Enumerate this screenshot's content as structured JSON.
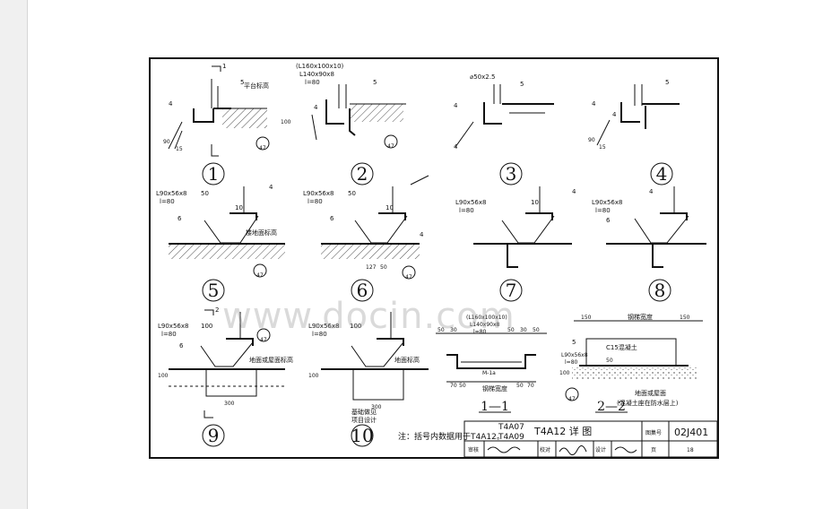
{
  "watermark": "www.docin.com",
  "details": [
    {
      "no": "1",
      "labels": [
        "平台标高",
        "4",
        "5",
        "90",
        "15",
        "1",
        "47"
      ]
    },
    {
      "no": "2",
      "labels": [
        "(L160x100x10)",
        "L140x90x8",
        "l=80",
        "5",
        "100",
        "4",
        "47"
      ]
    },
    {
      "no": "3",
      "labels": [
        "⌀50x2.5",
        "5",
        "4",
        "4"
      ]
    },
    {
      "no": "4",
      "labels": [
        "4",
        "4",
        "5",
        "90",
        "15"
      ]
    },
    {
      "no": "5",
      "labels": [
        "L90x56x8",
        "l=80",
        "50",
        "10",
        "6",
        "楼地面标高",
        "4",
        "47"
      ]
    },
    {
      "no": "6",
      "labels": [
        "L90x56x8",
        "l=80",
        "50",
        "10",
        "6",
        "127",
        "50",
        "4",
        "47"
      ]
    },
    {
      "no": "7",
      "labels": [
        "L90x56x8",
        "l=80",
        "10",
        "4"
      ]
    },
    {
      "no": "8",
      "labels": [
        "L90x56x8",
        "l=80",
        "4",
        "6"
      ]
    },
    {
      "no": "9",
      "labels": [
        "L90x56x8",
        "l=80",
        "100",
        "6",
        "地面或屋面标高",
        "100",
        "300",
        "2",
        "47"
      ]
    },
    {
      "no": "10",
      "labels": [
        "L90x56x8",
        "l=80",
        "100",
        "地面标高",
        "基础做见",
        "项目设计",
        "100",
        "300"
      ]
    }
  ],
  "section_11": {
    "dims_top": [
      "50",
      "30",
      "50",
      "30",
      "50"
    ],
    "labels": [
      "(L160x100x10)",
      "L140x90x8",
      "l=80",
      "M-1a",
      "70",
      "50",
      "钢梯宽度",
      "50",
      "70"
    ],
    "caption": "1—1"
  },
  "section_22": {
    "dims_top": [
      "150",
      "钢梯宽度",
      "150"
    ],
    "labels": [
      "5",
      "C15混凝土",
      "L90x56x8",
      "l=80",
      "50",
      "100",
      "地面或屋面",
      "(混凝土座在防水层上)",
      "47"
    ],
    "caption": "2—2"
  },
  "note": "注：括号内数据用于T4A12。",
  "title_block": {
    "code_top": "T4A07",
    "code_bottom": "T4A09",
    "title": "T4A12 详 图",
    "atlas_label": "图集号",
    "atlas_no": "02J401",
    "reviewer_label": "审核",
    "checker_label": "校对",
    "designer_label": "设计",
    "page_label": "页",
    "page_no": "18"
  }
}
